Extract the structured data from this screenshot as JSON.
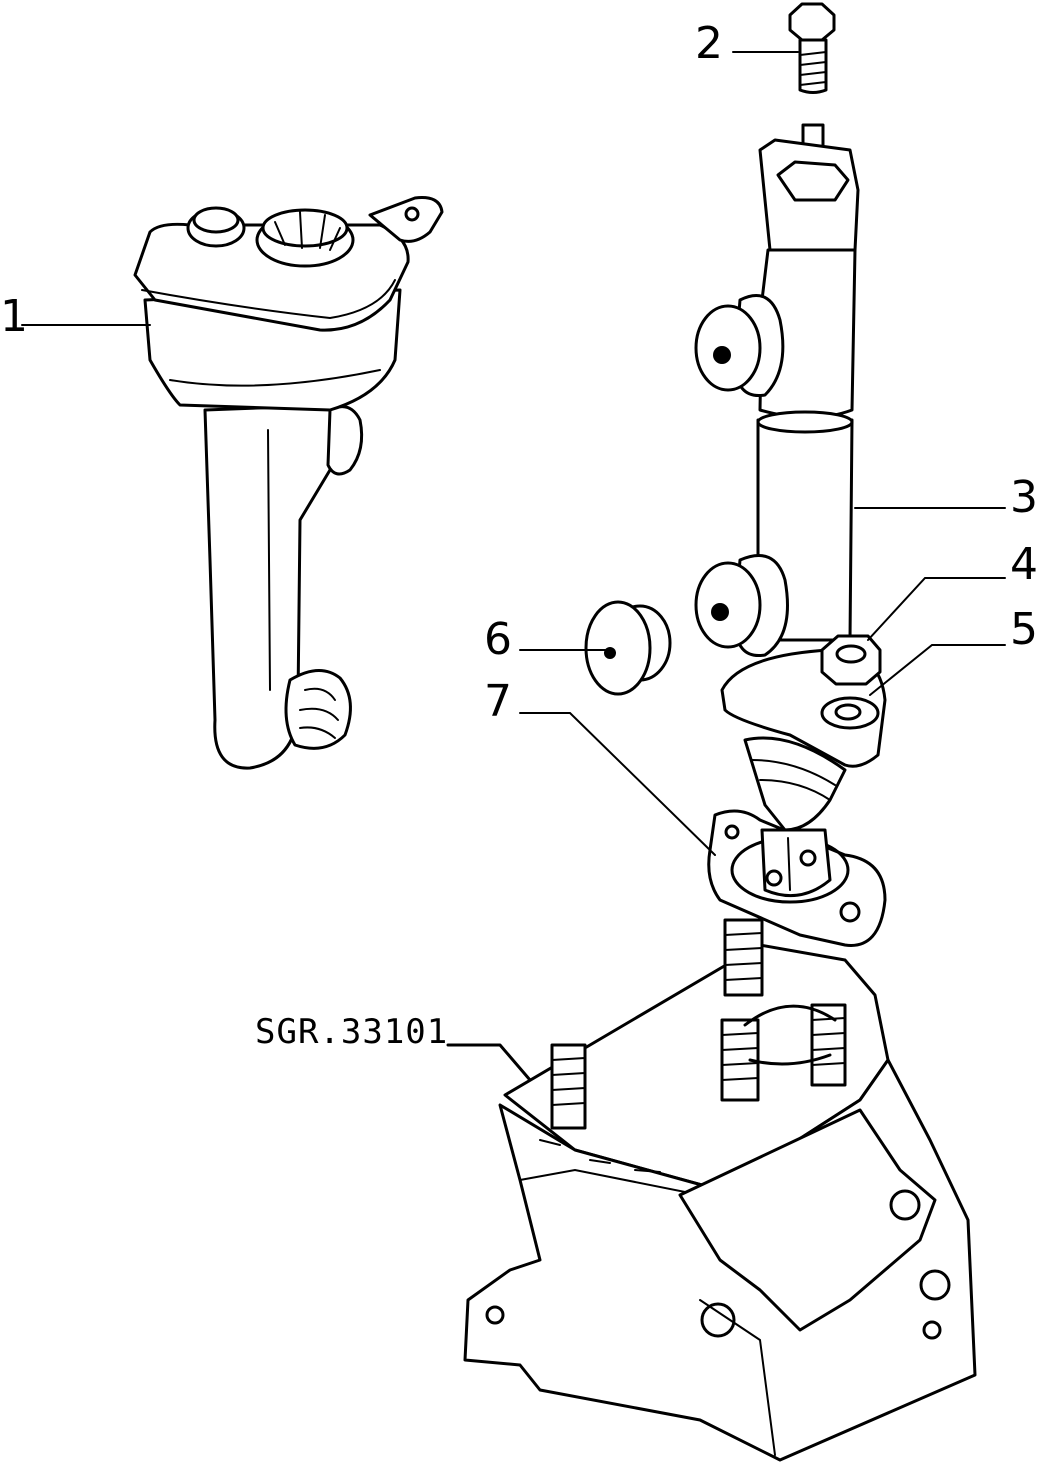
{
  "callouts": {
    "c1": "1",
    "c2": "2",
    "c3": "3",
    "c4": "4",
    "c5": "5",
    "c6": "6",
    "c7": "7"
  },
  "reference_code": "SGR.33101",
  "colors": {
    "line": "#000000",
    "background": "#ffffff"
  }
}
